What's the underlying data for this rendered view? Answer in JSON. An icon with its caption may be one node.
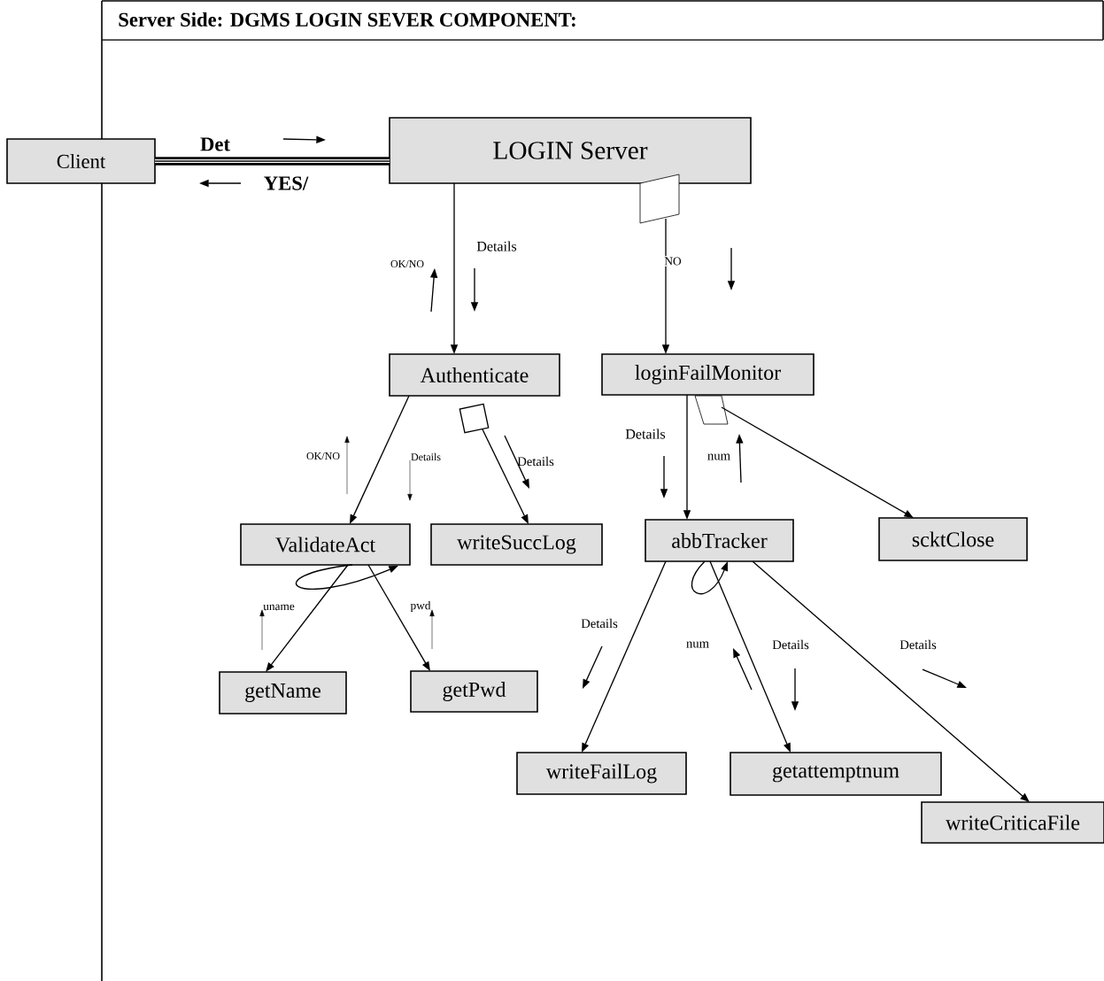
{
  "diagram": {
    "title": "Server Side:  DGMS LOGIN SEVER COMPONENT:",
    "nodes": [
      {
        "text": [
          "Client"
        ]
      },
      {
        "text": [
          "LOGIN Server"
        ]
      },
      {
        "text": [
          "Authenticate"
        ]
      },
      {
        "text": [
          "loginFailMonitor"
        ]
      },
      {
        "text": [
          "ValidateAct"
        ]
      },
      {
        "text": [
          "writeSuccLog"
        ]
      },
      {
        "text": [
          "abbTracker"
        ]
      },
      {
        "text": [
          "scktClose"
        ]
      },
      {
        "text": [
          "getName"
        ]
      },
      {
        "text": [
          "getPwd"
        ]
      },
      {
        "text": [
          "writeFailLog"
        ]
      },
      {
        "text": [
          "getattemptnum"
        ]
      },
      {
        "text": [
          "writeCriticaFile"
        ]
      },
      {
        "text": [],
        "shape": "parallelogram"
      },
      {
        "text": [],
        "shape": "diamond"
      },
      {
        "text": [],
        "shape": "parallelogram"
      }
    ],
    "edges": [
      {
        "from": 0,
        "to": 1,
        "arrow": "none",
        "style": "thick"
      },
      {
        "from": 1,
        "to": 2,
        "arrow": "to"
      },
      {
        "from": 13,
        "to": 3,
        "arrow": "to",
        "label": "NO"
      },
      {
        "from": 2,
        "to": 4,
        "arrow": "to"
      },
      {
        "from": 14,
        "to": 5,
        "arrow": "to"
      },
      {
        "from": 3,
        "to": 6,
        "arrow": "to"
      },
      {
        "from": 15,
        "to": 7,
        "arrow": "to"
      },
      {
        "from": 4,
        "to": 8,
        "arrow": "to"
      },
      {
        "from": 4,
        "to": 9,
        "arrow": "to"
      },
      {
        "from": 4,
        "to": 4,
        "arrow": "to"
      },
      {
        "from": 6,
        "to": 10,
        "arrow": "to"
      },
      {
        "from": 6,
        "to": 11,
        "arrow": "to"
      },
      {
        "from": 6,
        "to": 12,
        "arrow": "to"
      },
      {
        "from": 6,
        "to": 6,
        "arrow": "to"
      }
    ],
    "labels": [
      "Det",
      "YES/",
      "Details",
      "OK/NO",
      "Details",
      "OK/NO",
      "Details",
      "Details",
      "num",
      "uname",
      "pwd",
      "Details",
      "num",
      "Details",
      "Details"
    ]
  }
}
